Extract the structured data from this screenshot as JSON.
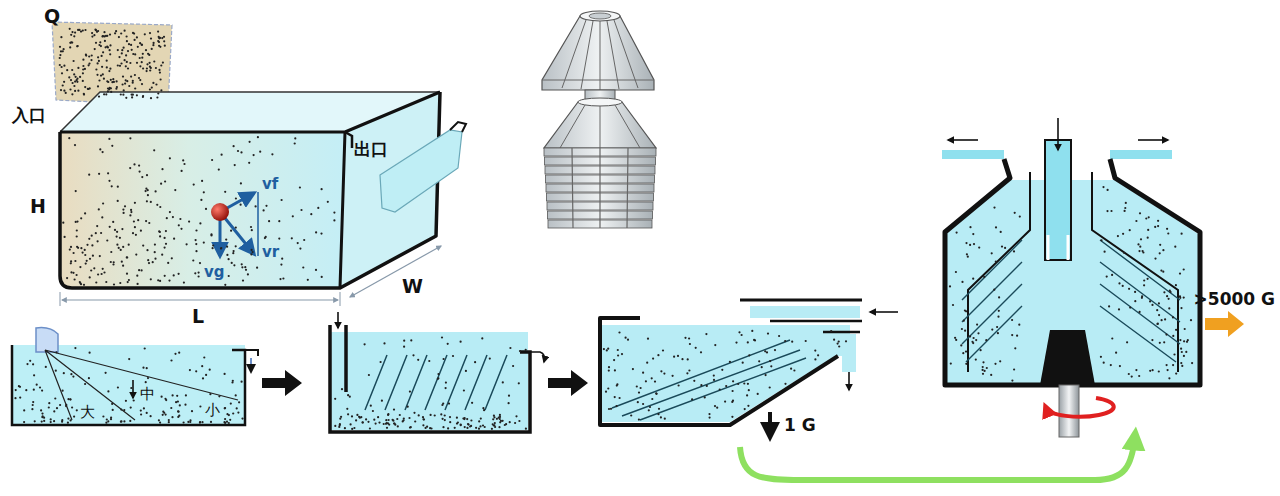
{
  "diagram": {
    "labels": [
      "Q",
      "入口",
      "出口",
      "H",
      "L",
      "W",
      "vf",
      "vr",
      "vg",
      "大",
      "中",
      "小",
      "1 G",
      ">5000 G"
    ]
  }
}
